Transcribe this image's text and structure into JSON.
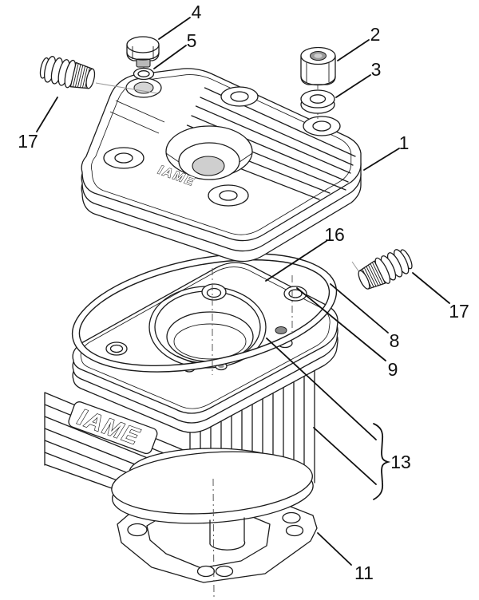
{
  "diagram": {
    "type": "exploded-parts-diagram",
    "background": "#ffffff",
    "line_color": "#1c1c1c",
    "brand_label": "IAME",
    "callouts": {
      "c1": "1",
      "c2": "2",
      "c3": "3",
      "c4": "4",
      "c5": "5",
      "c8": "8",
      "c9": "9",
      "c11": "11",
      "c13": "13",
      "c16": "16",
      "c17": "17"
    }
  }
}
